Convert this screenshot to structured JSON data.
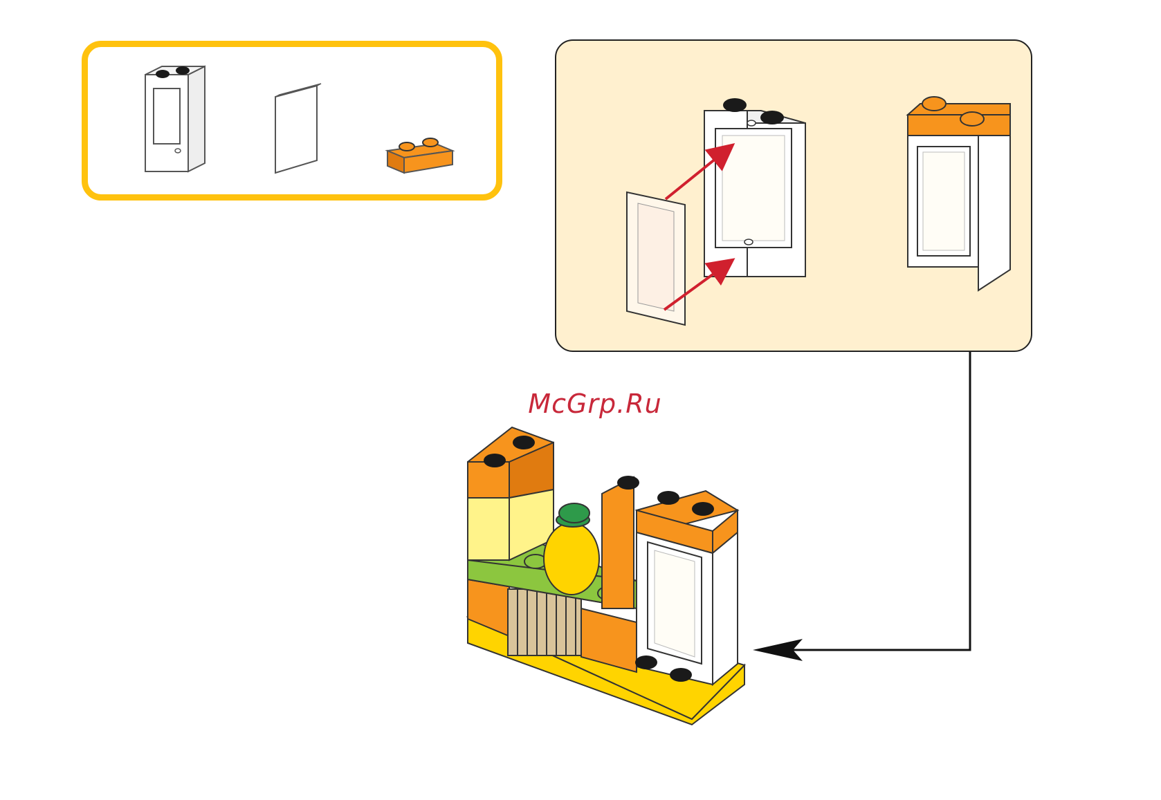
{
  "watermark": {
    "text": "McGrp.Ru",
    "color": "#c8283a"
  },
  "parts_list": {
    "border_color": "#ffc20e",
    "items": [
      {
        "name": "window-frame-1x2x3",
        "count": ""
      },
      {
        "name": "window-glass-pane",
        "count": ""
      },
      {
        "name": "plate-1x2-orange",
        "count": ""
      }
    ]
  },
  "subassembly": {
    "background": "#fff0cf",
    "arrow_color": "#d0202e"
  },
  "colors": {
    "orange": "#f7941d",
    "orange_dark": "#e07b10",
    "yellow": "#ffd400",
    "light_yellow": "#fff38a",
    "lime": "#8cc63f",
    "green": "#2e9a4a",
    "white": "#ffffff",
    "stud_black": "#1a1a1a",
    "tan": "#d9c49a"
  }
}
